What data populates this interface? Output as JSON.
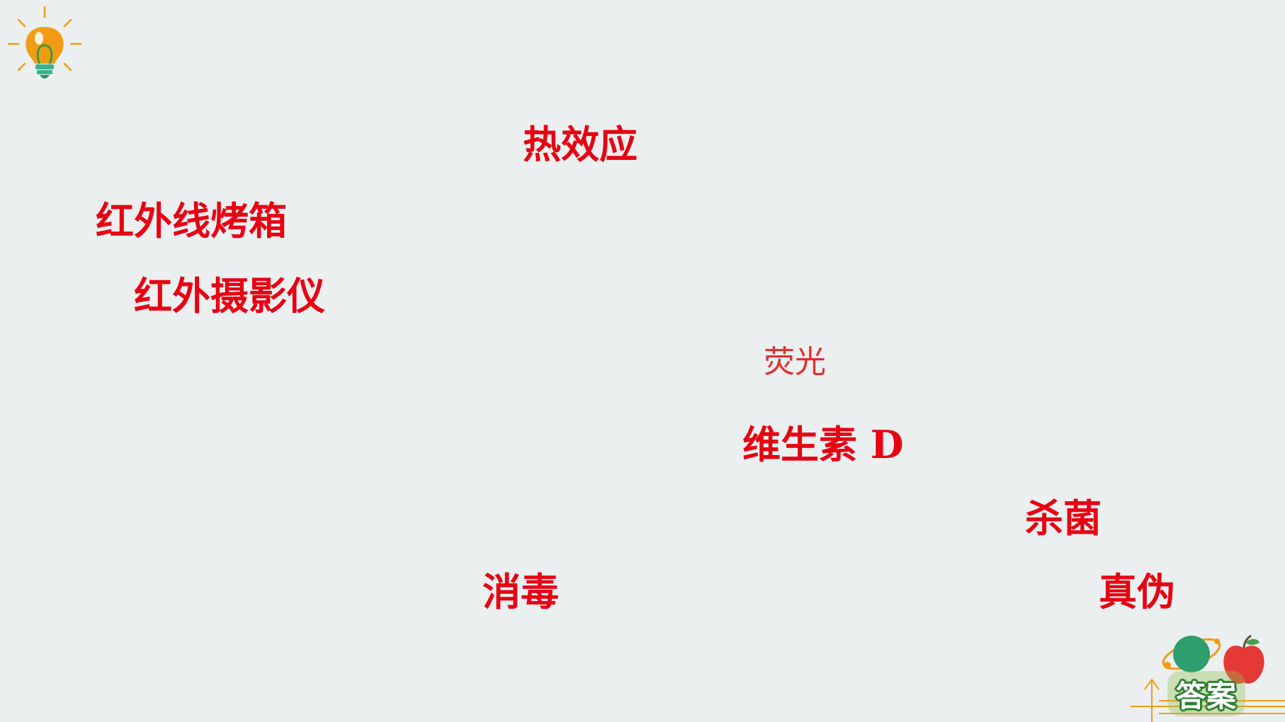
{
  "words": {
    "w1": "热效应",
    "w2": "红外线烤箱",
    "w3": "红外摄影仪",
    "w4": "荧光",
    "w5": "维生素 D",
    "w6": "杀菌",
    "w7": "消毒",
    "w8": "真伪"
  },
  "answer_button": {
    "label": "答案"
  },
  "icons": {
    "top_left": "lightbulb-icon",
    "bottom_right": "school-items-icon"
  },
  "colors": {
    "text_red": "#e60012",
    "bulb_orange": "#f39c12",
    "answer_green": "#2e7d32",
    "background": "#ebeff0"
  }
}
